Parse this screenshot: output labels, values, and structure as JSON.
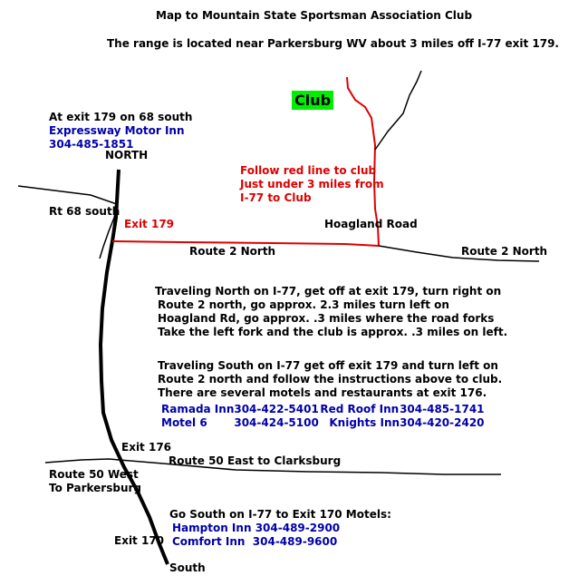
{
  "title": "Map to Mountain State Sportsman Association Club",
  "subtitle": "The range is located near Parkersburg WV about 3 miles off I-77 exit 179.",
  "club": "Club",
  "exit179_info": {
    "heading": "At exit 179 on 68 south",
    "inn": "Expressway Motor Inn",
    "phone": "304-485-1851"
  },
  "labels": {
    "north": "NORTH",
    "south": "South",
    "rt68": "Rt 68 south",
    "exit179": "Exit 179",
    "route2_left": "Route 2 North",
    "route2_right": "Route 2 North",
    "hoagland": "Hoagland Road",
    "exit176": "Exit 176",
    "route50_east": "Route 50 East to Clarksburg",
    "route50_west_1": "Route 50 West",
    "route50_west_2": "To Parkersburg",
    "exit170": "Exit 170"
  },
  "red_note": [
    "Follow red line to club",
    "Just under 3 miles from",
    "I-77 to Club"
  ],
  "north_directions": [
    "Traveling North on I-77, get off at exit 179, turn right on",
    "Route 2 north, go approx. 2.3 miles turn left on",
    "Hoagland Rd, go approx. .3 miles where the road forks",
    "Take the left fork and the club is approx.  .3 miles on left."
  ],
  "south_directions": [
    "Traveling South on I-77 get off exit 179 and turn left on",
    "Route 2 north and follow the instructions above to club.",
    "There are several motels and restaurants at exit 176."
  ],
  "exit176_motels": [
    {
      "name": "Ramada Inn",
      "phone": "304-422-5401"
    },
    {
      "name": "Red Roof Inn",
      "phone": "304-485-1741"
    },
    {
      "name": "Motel 6",
      "phone": "304-424-5100"
    },
    {
      "name": "Knights Inn",
      "phone": "304-420-2420"
    }
  ],
  "exit170_info": {
    "heading": "Go South on I-77 to Exit 170  Motels:",
    "motels": [
      {
        "name": "Hampton Inn",
        "phone": "304-489-2900"
      },
      {
        "name": "Comfort Inn",
        "phone": "304-489-9600"
      }
    ]
  },
  "colors": {
    "route_to_club": "#dd0000",
    "club_marker": "#00ee00",
    "motel_text": "#0000aa",
    "road": "#000000"
  }
}
